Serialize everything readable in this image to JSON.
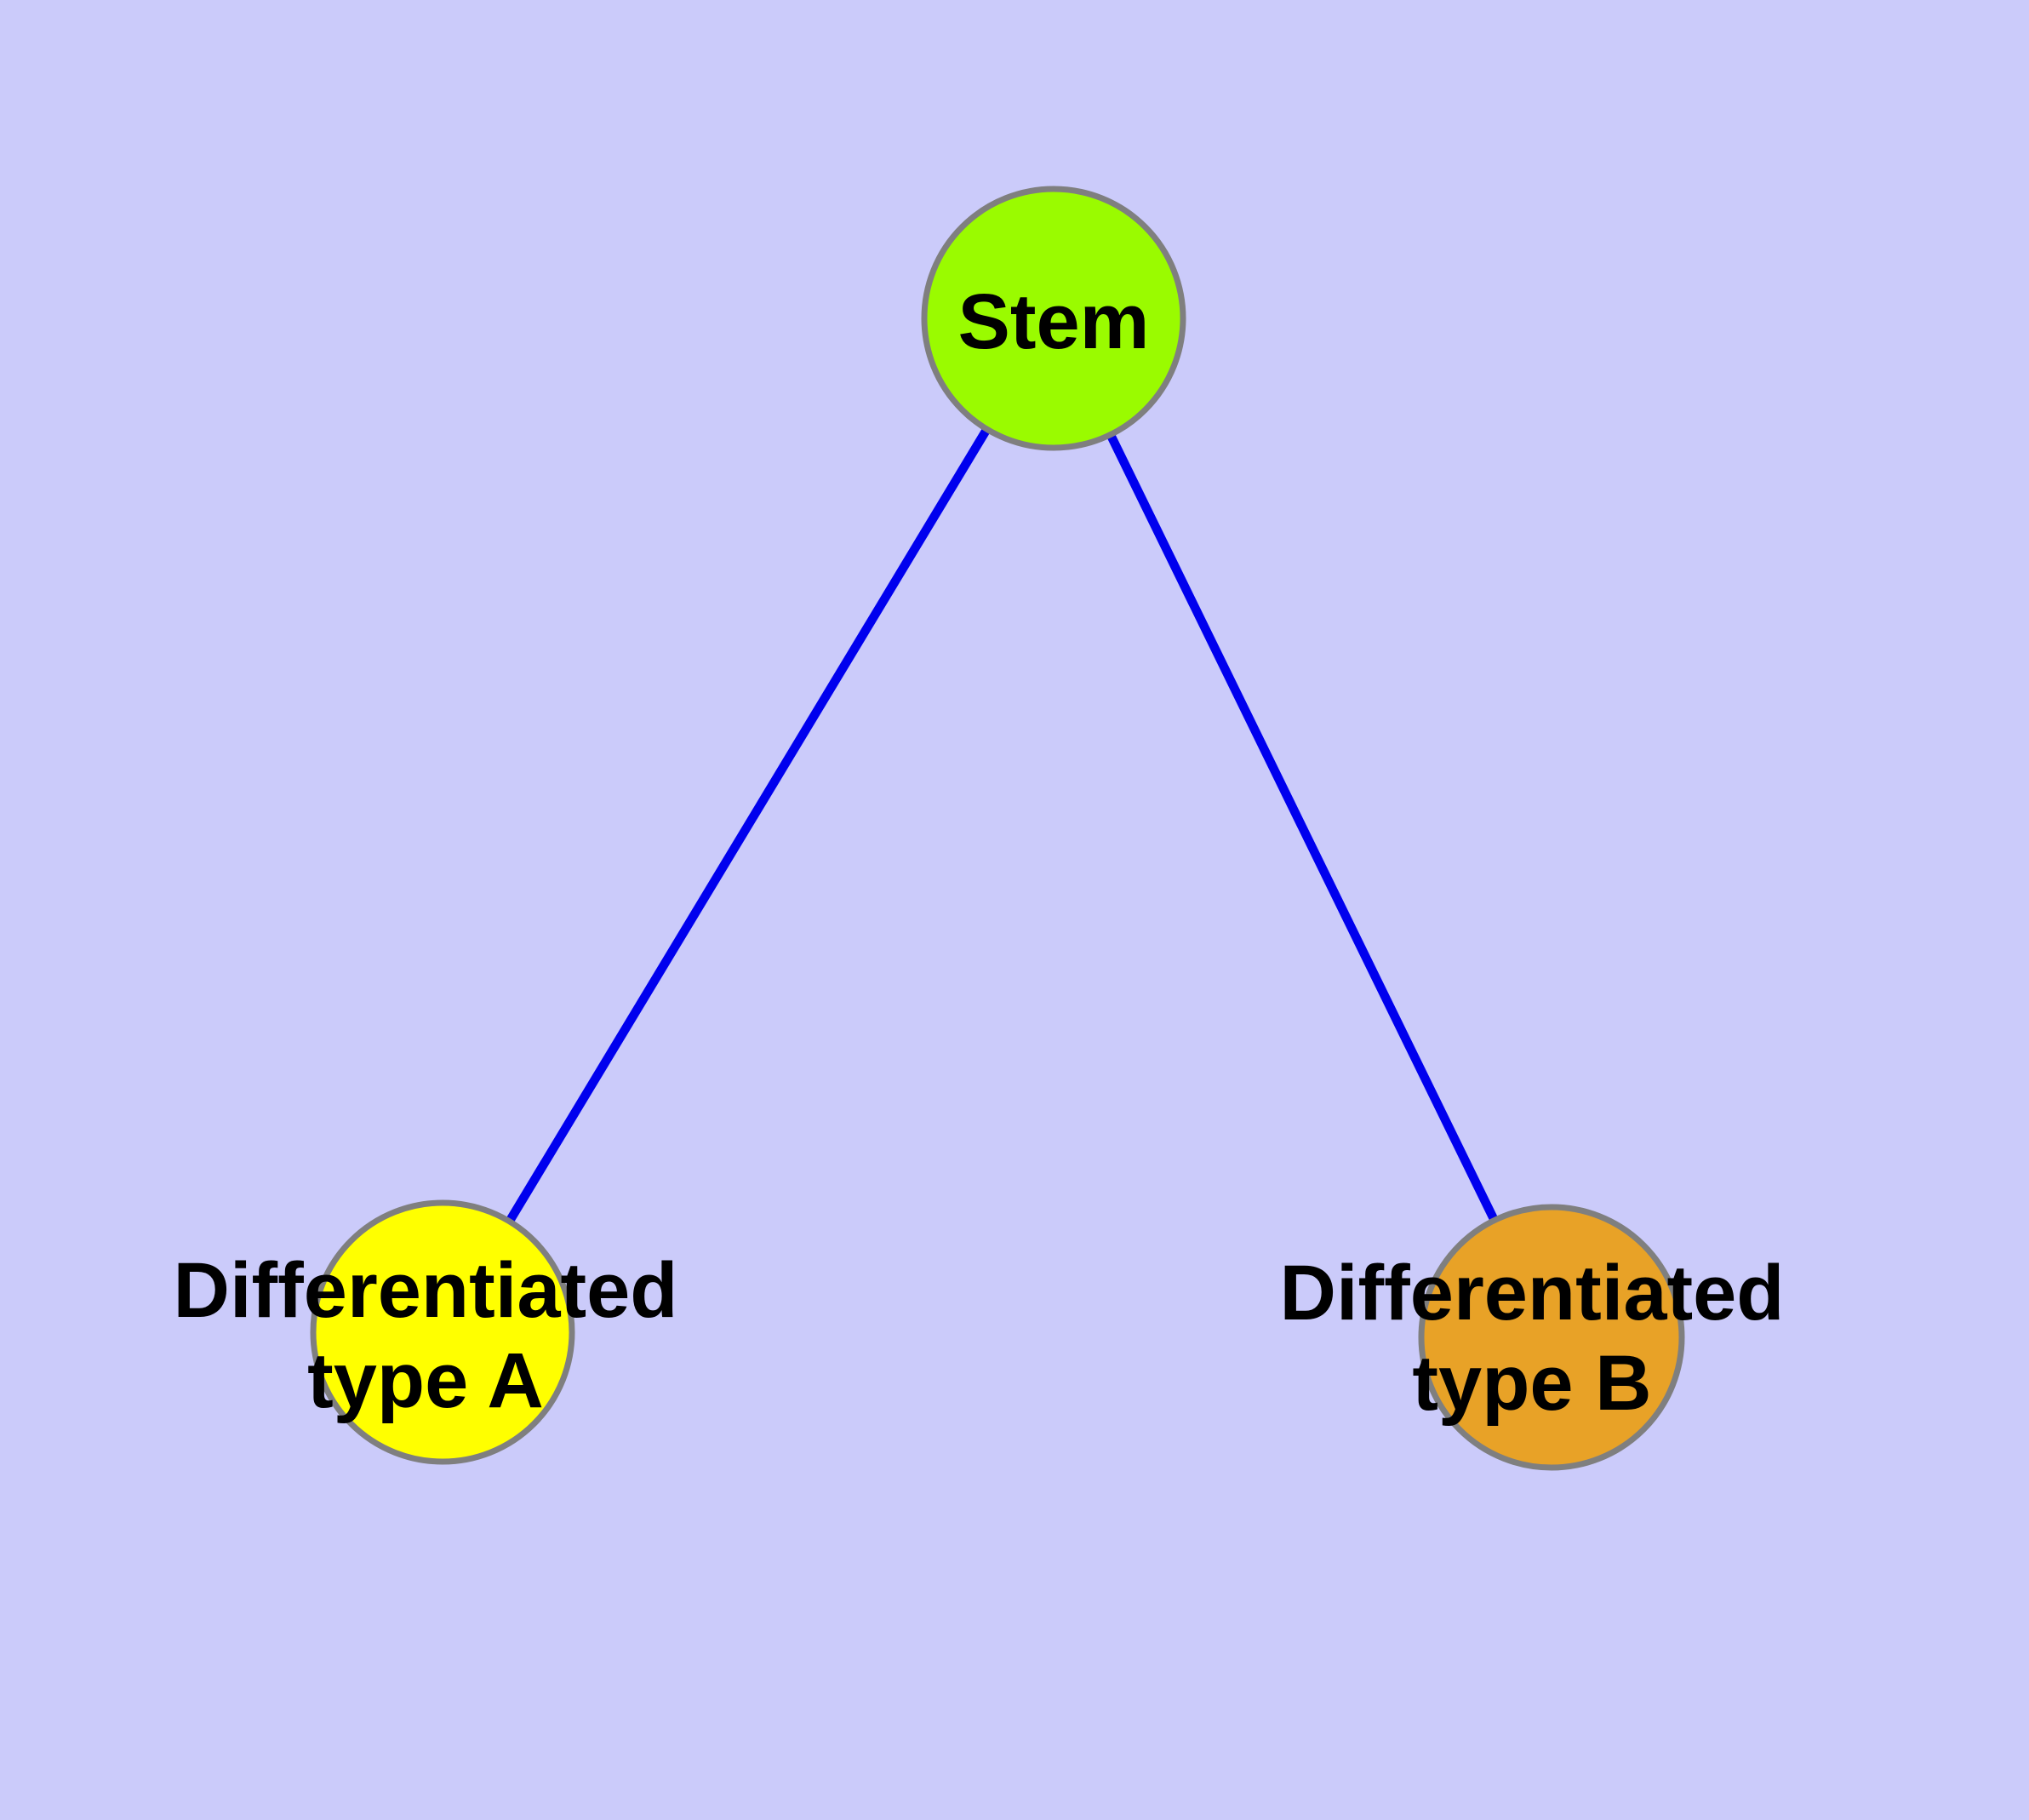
{
  "diagram": {
    "type": "graph",
    "background_color": "#CBCBFA",
    "edge_color": "#0000EE",
    "node_border_color": "#7F7F7F",
    "label_color": "#000000",
    "nodes": [
      {
        "id": "stem",
        "label": "Stem",
        "fill": "#9AFB00"
      },
      {
        "id": "differentiated-type-a",
        "label": "Differentiated type A",
        "label_line1": "Differentiated",
        "label_line2": "type A",
        "fill": "#FFFF00"
      },
      {
        "id": "differentiated-type-b",
        "label": "Differentiated type B",
        "label_line1": "Differentiated",
        "label_line2": "type B",
        "fill": "#E8A227"
      }
    ],
    "edges": [
      {
        "from": "Stem",
        "to": "Differentiated type A"
      },
      {
        "from": "Stem",
        "to": "Differentiated type B"
      }
    ]
  }
}
